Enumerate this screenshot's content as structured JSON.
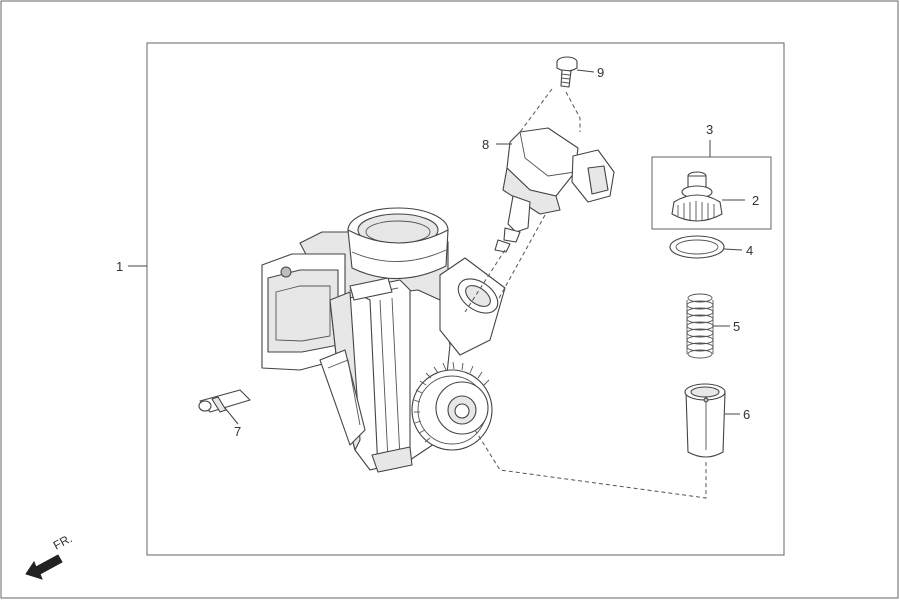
{
  "diagram": {
    "callouts": [
      "1",
      "2",
      "3",
      "4",
      "5",
      "6",
      "7",
      "8",
      "9"
    ],
    "front_indicator": "FR."
  },
  "colors": {
    "line": "#444444",
    "shade": "#e7e7e7",
    "arrow": "#222222"
  }
}
